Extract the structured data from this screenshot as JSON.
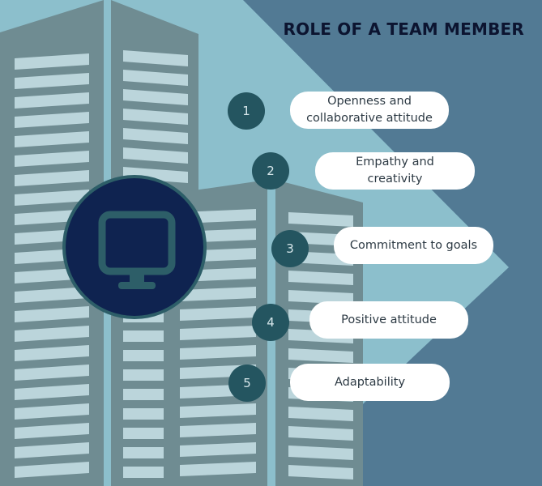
{
  "title": "ROLE OF A TEAM MEMBER",
  "items": [
    {
      "number": "1",
      "label": "Openness and collaborative attitude"
    },
    {
      "number": "2",
      "label": "Empathy and creativity"
    },
    {
      "number": "3",
      "label": "Commitment to goals"
    },
    {
      "number": "4",
      "label": "Positive attitude"
    },
    {
      "number": "5",
      "label": "Adaptability"
    }
  ],
  "center_icon": "monitor-icon",
  "colors": {
    "background_light": "#8cbfcc",
    "background_dark": "#527a94",
    "buildings": "#6f8c92",
    "number_circle": "#245560",
    "icon_disc": "#0f2350",
    "pill": "#ffffff",
    "title": "#0c1430"
  }
}
